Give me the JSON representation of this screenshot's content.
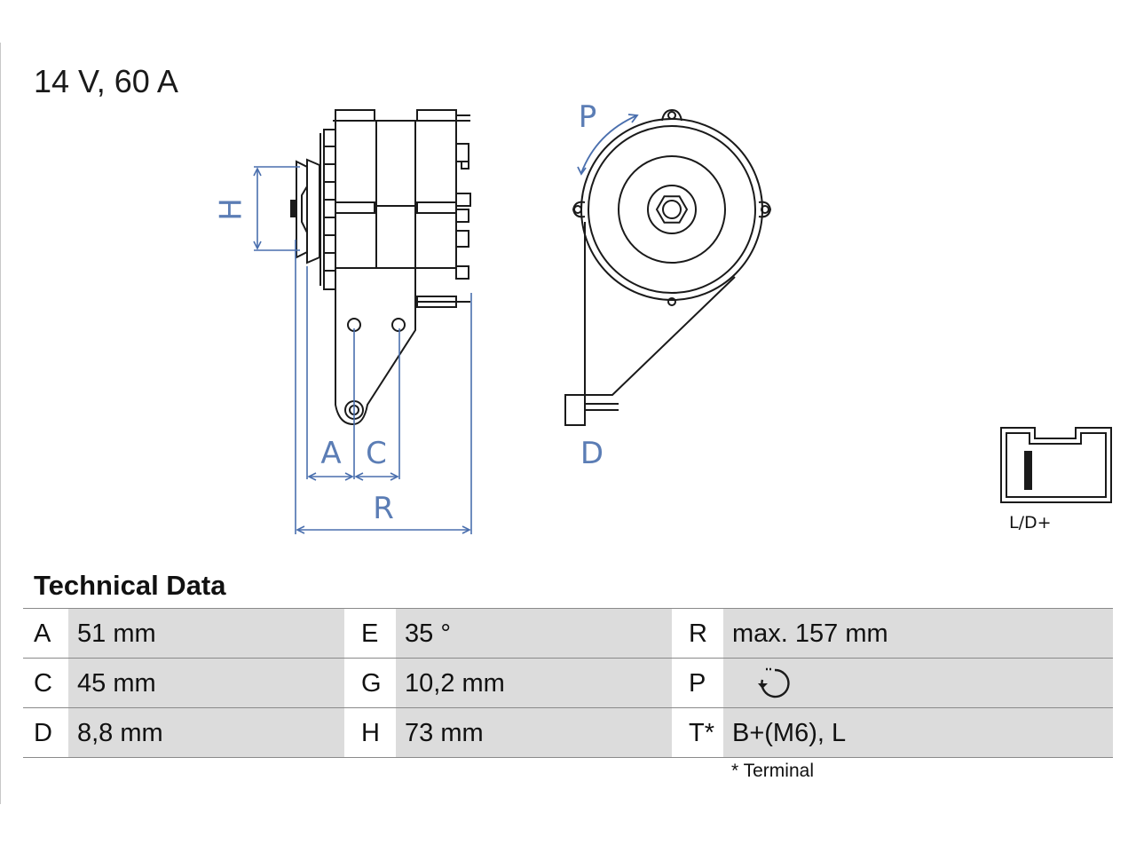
{
  "title": "14 V, 60 A",
  "technical_data": {
    "heading": "Technical Data",
    "rows": [
      [
        {
          "key": "A",
          "value": "51 mm"
        },
        {
          "key": "E",
          "value": "35 °"
        },
        {
          "key": "R",
          "value": "max. 157 mm"
        }
      ],
      [
        {
          "key": "C",
          "value": "45 mm"
        },
        {
          "key": "G",
          "value": "10,2 mm"
        },
        {
          "key": "P",
          "value": ""
        }
      ],
      [
        {
          "key": "D",
          "value": "8,8 mm"
        },
        {
          "key": "H",
          "value": "73 mm"
        },
        {
          "key": "T*",
          "value": "B+(M6), L"
        }
      ]
    ],
    "footnote": "* Terminal"
  },
  "drawing": {
    "dimension_labels": {
      "h": "H",
      "a": "A",
      "c": "C",
      "r": "R",
      "p": "P",
      "d": "D"
    },
    "connector_label": "L/D+"
  },
  "colors": {
    "dimension": "#4a6fae",
    "outline": "#1a1a1a",
    "table_fill": "#dcdcdc"
  },
  "icons": {
    "rotation_direction": "clockwise-rotation-icon"
  }
}
